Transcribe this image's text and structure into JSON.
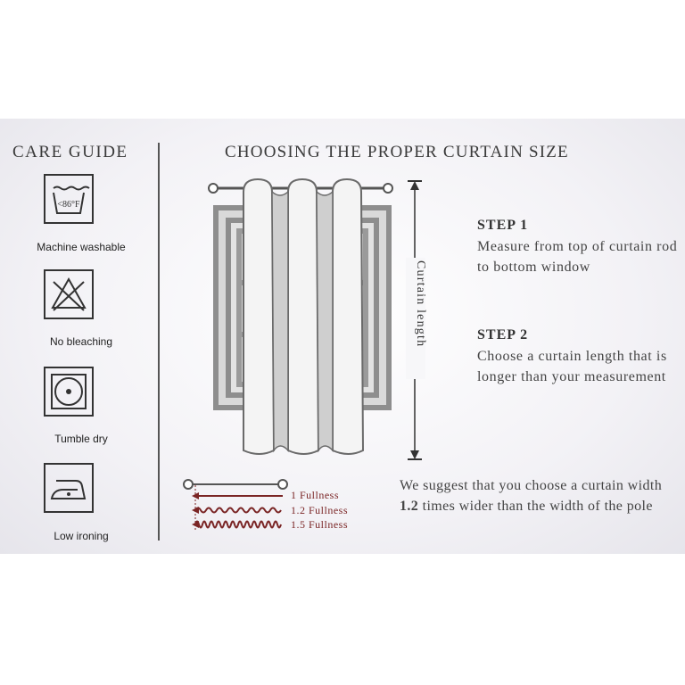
{
  "care": {
    "title": "CARE GUIDE",
    "items": [
      {
        "label": "Machine washable",
        "icon": "wash-tub-icon",
        "icon_text": "<86°F"
      },
      {
        "label": "No bleaching",
        "icon": "no-bleach-icon"
      },
      {
        "label": "Tumble dry",
        "icon": "tumble-dry-icon"
      },
      {
        "label": "Low ironing",
        "icon": "iron-icon"
      }
    ]
  },
  "main": {
    "title": "CHOOSING THE PROPER CURTAIN SIZE",
    "length_label": "Curtain length",
    "steps": [
      {
        "title": "STEP 1",
        "text": "Measure from top of curtain rod to bottom window"
      },
      {
        "title": "STEP 2",
        "text": "Choose a curtain length that is longer than your measurement"
      }
    ],
    "fullness": [
      "1 Fullness",
      "1.2 Fullness",
      "1.5 Fullness"
    ],
    "suggest": {
      "before": "We suggest that you choose a curtain width ",
      "bold": "1.2",
      "after": " times wider than the width of the pole"
    }
  },
  "colors": {
    "accent": "#7a2525",
    "text": "#333333"
  }
}
